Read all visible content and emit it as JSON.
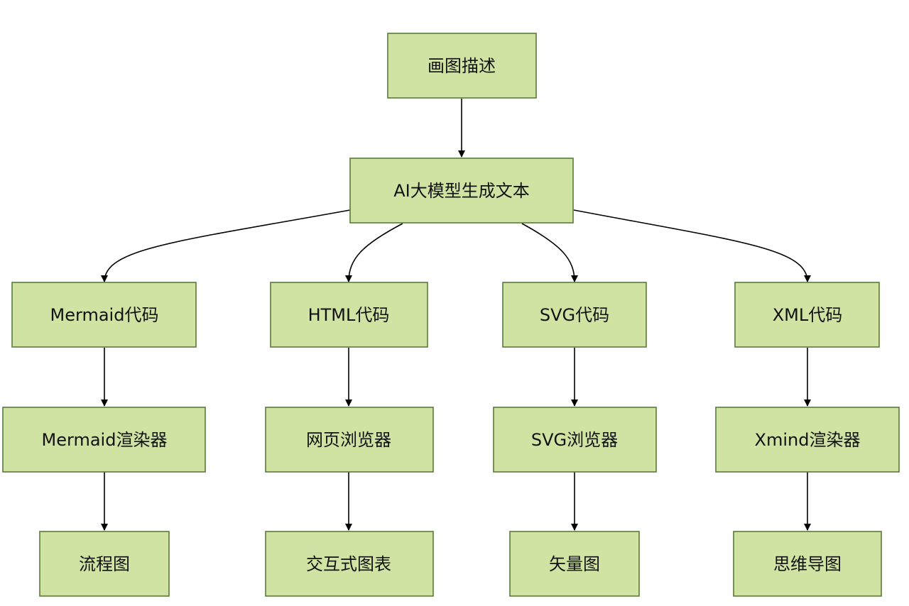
{
  "nodes": [
    {
      "id": "desc",
      "label": "画图描述"
    },
    {
      "id": "ai",
      "label": "AI大模型生成文本"
    },
    {
      "id": "mermaid_code",
      "label": "Mermaid代码"
    },
    {
      "id": "html_code",
      "label": "HTML代码"
    },
    {
      "id": "svg_code",
      "label": "SVG代码"
    },
    {
      "id": "xml_code",
      "label": "XML代码"
    },
    {
      "id": "mermaid_renderer",
      "label": "Mermaid渲染器"
    },
    {
      "id": "web_browser",
      "label": "网页浏览器"
    },
    {
      "id": "svg_browser",
      "label": "SVG浏览器"
    },
    {
      "id": "xmind_renderer",
      "label": "Xmind渲染器"
    },
    {
      "id": "flowchart",
      "label": "流程图"
    },
    {
      "id": "interactive_chart",
      "label": "交互式图表"
    },
    {
      "id": "vector_graphic",
      "label": "矢量图"
    },
    {
      "id": "mind_map",
      "label": "思维导图"
    }
  ],
  "edges": [
    {
      "from": "desc",
      "to": "ai"
    },
    {
      "from": "ai",
      "to": "mermaid_code"
    },
    {
      "from": "ai",
      "to": "html_code"
    },
    {
      "from": "ai",
      "to": "svg_code"
    },
    {
      "from": "ai",
      "to": "xml_code"
    },
    {
      "from": "mermaid_code",
      "to": "mermaid_renderer"
    },
    {
      "from": "html_code",
      "to": "web_browser"
    },
    {
      "from": "svg_code",
      "to": "svg_browser"
    },
    {
      "from": "xml_code",
      "to": "xmind_renderer"
    },
    {
      "from": "mermaid_renderer",
      "to": "flowchart"
    },
    {
      "from": "web_browser",
      "to": "interactive_chart"
    },
    {
      "from": "svg_browser",
      "to": "vector_graphic"
    },
    {
      "from": "xmind_renderer",
      "to": "mind_map"
    }
  ],
  "colors": {
    "node_fill": "#d1e3a3",
    "node_stroke": "#5a7a3a",
    "edge": "#000000"
  }
}
